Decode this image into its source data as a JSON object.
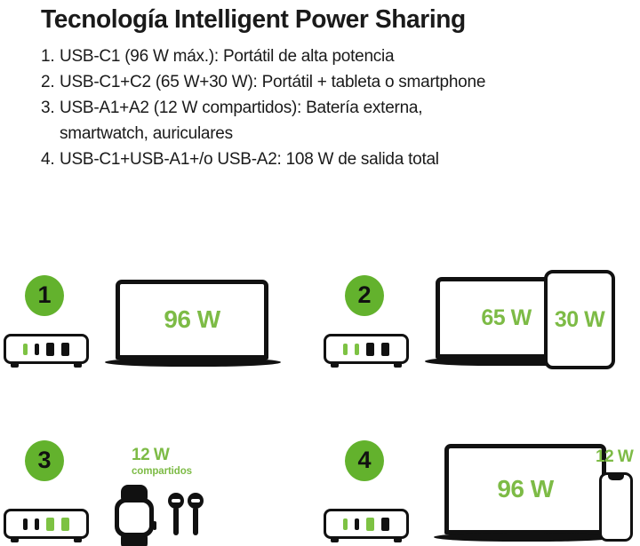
{
  "title": "Tecnología Intelligent Power Sharing",
  "bullets": [
    {
      "num": "1.",
      "text": "USB-C1 (96 W máx.): Portátil de alta potencia"
    },
    {
      "num": "2.",
      "text": "USB-C1+C2 (65 W+30 W): Portátil + tableta o smartphone"
    },
    {
      "num": "3.",
      "text": "USB-A1+A2 (12 W compartidos): Batería externa,"
    },
    {
      "num": "",
      "text": "smartwatch, auriculares",
      "continuation": true
    },
    {
      "num": "4.",
      "text": "USB-C1+USB-A1+/o USB-A2: 108 W de salida total"
    }
  ],
  "colors": {
    "badge_green": "#63b22d",
    "port_green": "#7dc243",
    "text_green": "#7dbb46",
    "ink": "#111111",
    "background": "#ffffff"
  },
  "diagrams": [
    {
      "id": "scenario-1",
      "badge": "1",
      "ports": [
        "on",
        "off",
        "off",
        "off"
      ],
      "port_types": [
        "c",
        "c",
        "a",
        "a"
      ],
      "devices": [
        {
          "kind": "laptop",
          "watt": "96 W"
        }
      ]
    },
    {
      "id": "scenario-2",
      "badge": "2",
      "ports": [
        "on",
        "on",
        "off",
        "off"
      ],
      "port_types": [
        "c",
        "c",
        "a",
        "a"
      ],
      "devices": [
        {
          "kind": "laptop",
          "watt": "65 W"
        },
        {
          "kind": "tablet",
          "watt": "30 W"
        }
      ]
    },
    {
      "id": "scenario-3",
      "badge": "3",
      "ports": [
        "off",
        "off",
        "on",
        "on"
      ],
      "port_types": [
        "c",
        "c",
        "a",
        "a"
      ],
      "devices": [
        {
          "kind": "watch",
          "watt": "12 W",
          "watt_sub": "compartidos"
        },
        {
          "kind": "earbuds"
        }
      ]
    },
    {
      "id": "scenario-4",
      "badge": "4",
      "ports": [
        "on",
        "off",
        "on",
        "off"
      ],
      "port_types": [
        "c",
        "c",
        "a",
        "a"
      ],
      "devices": [
        {
          "kind": "laptop",
          "watt": "96 W"
        },
        {
          "kind": "phone",
          "watt": "12 W"
        }
      ]
    }
  ]
}
